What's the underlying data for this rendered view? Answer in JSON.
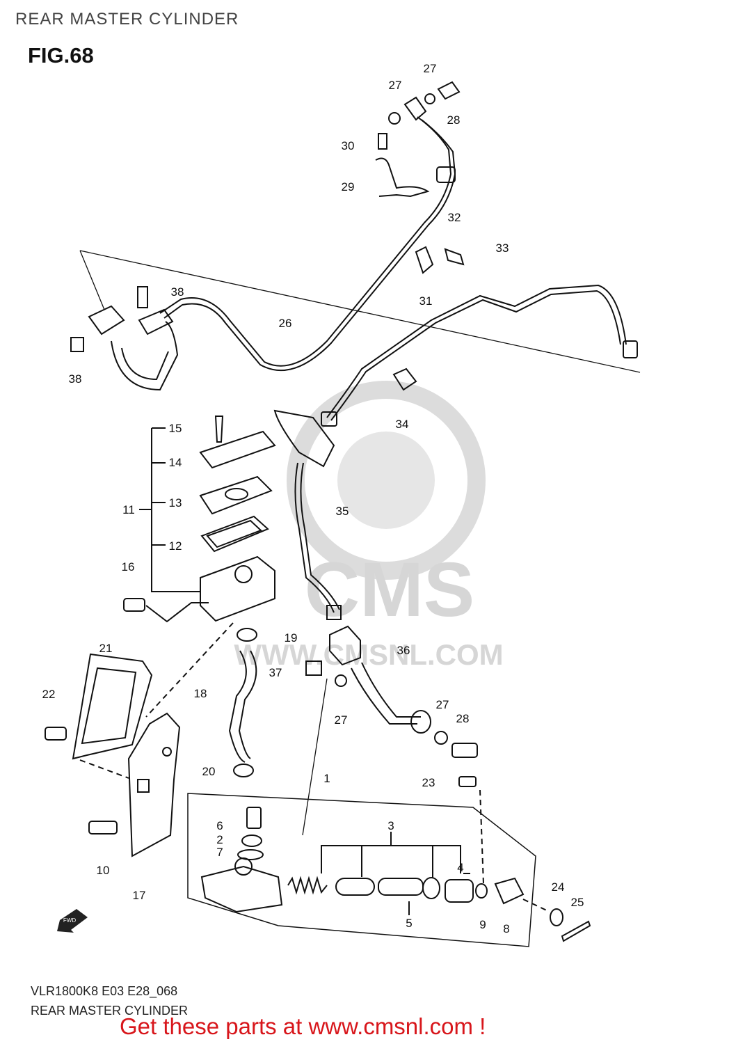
{
  "header": {
    "title": "REAR MASTER CYLINDER",
    "figure": "FIG.68"
  },
  "watermark": {
    "brand": "CMS",
    "site": "WWW.CMSNL.COM"
  },
  "fwd_arrow": "FWD",
  "footer": {
    "code": "VLR1800K8  E03  E28_068",
    "title": "REAR MASTER CYLINDER",
    "promo": "Get these parts at www.cmsnl.com !"
  },
  "part_labels": [
    "27",
    "27",
    "28",
    "30",
    "29",
    "32",
    "33",
    "31",
    "26",
    "38",
    "38",
    "34",
    "15",
    "14",
    "11",
    "13",
    "35",
    "12",
    "16",
    "19",
    "36",
    "21",
    "37",
    "18",
    "22",
    "27",
    "27",
    "28",
    "20",
    "23",
    "1",
    "3",
    "6",
    "2",
    "7",
    "4",
    "10",
    "17",
    "24",
    "25",
    "5",
    "9",
    "8"
  ],
  "colors": {
    "promo": "#d8161b",
    "watermark": "#d6d6d6"
  }
}
